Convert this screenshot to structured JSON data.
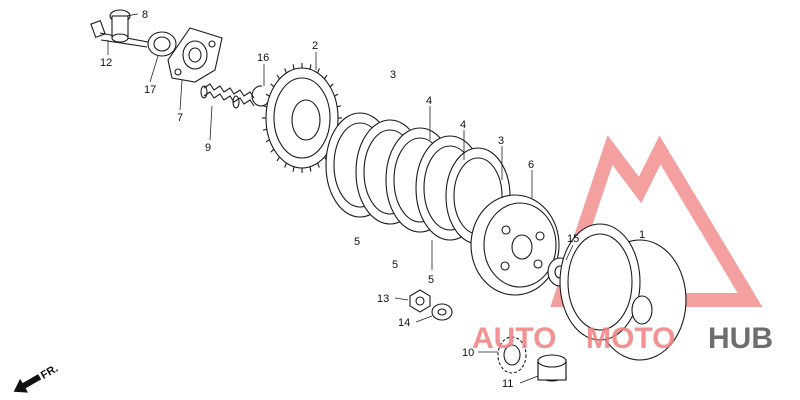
{
  "diagram": {
    "callouts": [
      {
        "id": "8",
        "text": "8"
      },
      {
        "id": "12",
        "text": "12"
      },
      {
        "id": "17",
        "text": "17"
      },
      {
        "id": "7",
        "text": "7"
      },
      {
        "id": "16",
        "text": "16"
      },
      {
        "id": "9",
        "text": "9"
      },
      {
        "id": "2",
        "text": "2"
      },
      {
        "id": "3a",
        "text": "3"
      },
      {
        "id": "4a",
        "text": "4"
      },
      {
        "id": "4b",
        "text": "4"
      },
      {
        "id": "3b",
        "text": "3"
      },
      {
        "id": "6",
        "text": "6"
      },
      {
        "id": "5a",
        "text": "5"
      },
      {
        "id": "5b",
        "text": "5"
      },
      {
        "id": "5c",
        "text": "5"
      },
      {
        "id": "15",
        "text": "15"
      },
      {
        "id": "1",
        "text": "1"
      },
      {
        "id": "13",
        "text": "13"
      },
      {
        "id": "14",
        "text": "14"
      },
      {
        "id": "10",
        "text": "10"
      },
      {
        "id": "11",
        "text": "11"
      }
    ],
    "direction_label": "FR.",
    "watermark": {
      "text_a": "AUTO",
      "text_b": "MOTO",
      "text_c": "HUB",
      "color_red": "#f08080",
      "color_gray": "#555555"
    }
  }
}
